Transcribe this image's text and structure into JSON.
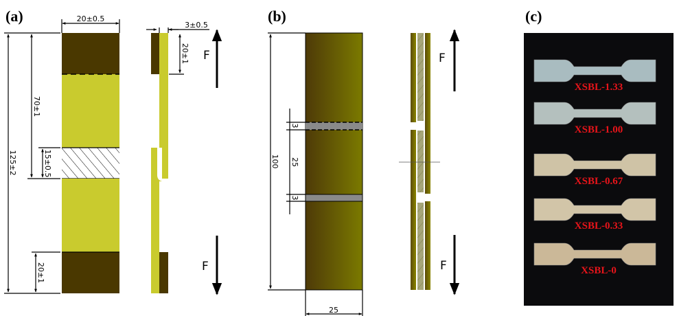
{
  "panels": {
    "a": {
      "label": "(a)",
      "dims": {
        "width": "20±0.5",
        "thickness": "3±0.5",
        "total_length": "125±2",
        "to_overlap": "70±1",
        "overlap": "15±0.5",
        "grip_bottom": "20±1",
        "grip_top_side": "20±1"
      },
      "force_labels": [
        "F",
        "F"
      ]
    },
    "b": {
      "label": "(b)",
      "dims": {
        "length": "100",
        "gap_top": "3",
        "spacing": "25",
        "gap_bottom": "3",
        "width": "25"
      },
      "force_labels": [
        "F",
        "F"
      ]
    },
    "c": {
      "label": "(c)",
      "specimens": [
        "XSBL-1.33",
        "XSBL-1.00",
        "XSBL-0.67",
        "XSBL-0.33",
        "XSBL-0"
      ]
    }
  },
  "colors": {
    "dark_brown": "#4a3800",
    "yellow_green": "#c9cb2e",
    "hatch_gray": "#9a9a6e",
    "label_red": "#e8141a"
  }
}
